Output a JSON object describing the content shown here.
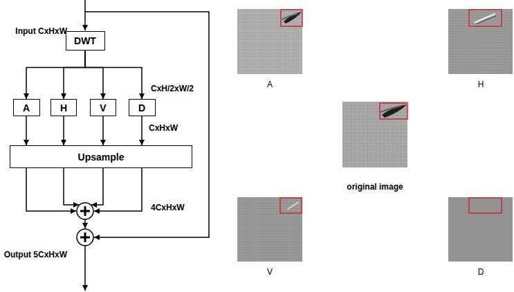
{
  "diagram": {
    "nodes": [
      {
        "text": [
          "DWT"
        ]
      },
      {
        "text": [
          "A"
        ]
      },
      {
        "text": [
          "H"
        ]
      },
      {
        "text": [
          "V"
        ]
      },
      {
        "text": [
          "D"
        ]
      },
      {
        "text": [
          "Upsample"
        ]
      }
    ],
    "edges": [
      {
        "from": 0,
        "to": 1,
        "arrow": "to"
      },
      {
        "from": 0,
        "to": 2,
        "arrow": "to"
      },
      {
        "from": 0,
        "to": 3,
        "arrow": "to"
      },
      {
        "from": 0,
        "to": 4,
        "arrow": "to"
      },
      {
        "from": 1,
        "to": 5,
        "arrow": "to"
      },
      {
        "from": 2,
        "to": 5,
        "arrow": "to"
      },
      {
        "from": 3,
        "to": 5,
        "arrow": "to"
      },
      {
        "from": 4,
        "to": 5,
        "arrow": "to"
      }
    ],
    "labels": [
      "Input CxHxW",
      "CxH/2xW/2",
      "CxHxW",
      "4CxHxW",
      "Output 5CxHxW",
      "A",
      "H",
      "original image",
      "V",
      "D"
    ]
  }
}
